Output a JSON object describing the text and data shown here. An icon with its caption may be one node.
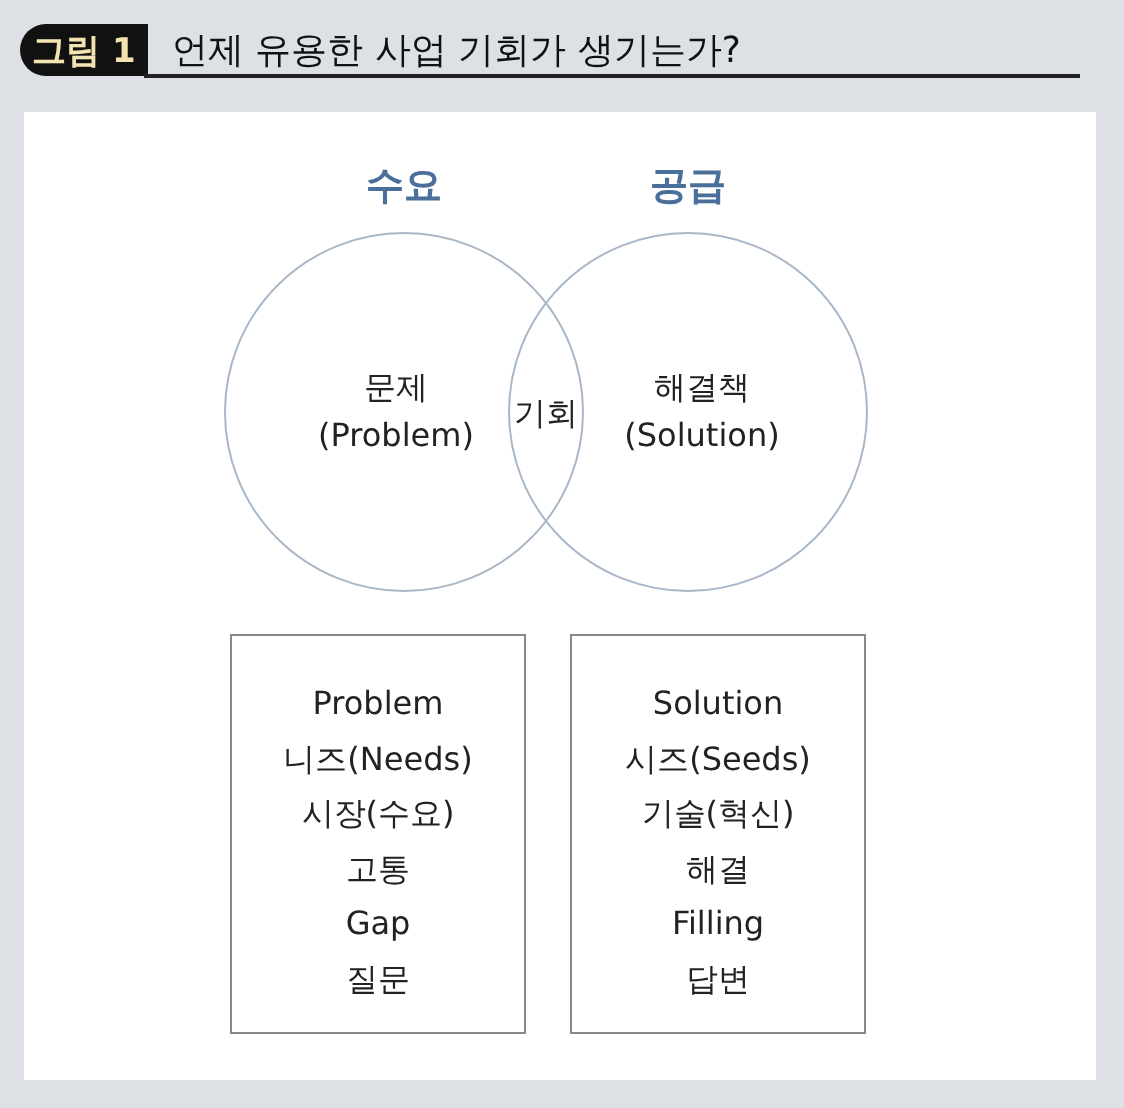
{
  "diagram": {
    "title": "언제 유용한 사업 기회가 생기는가?",
    "nodes": [
      {
        "text": [
          "수요",
          "문제 (Problem)"
        ]
      },
      {
        "text": [
          "공급",
          "해결책 (Solution)"
        ]
      },
      {
        "text": [
          "기회"
        ]
      },
      {
        "text": [
          "Problem",
          "니즈(Needs)",
          "시장(수요)",
          "고통",
          "Gap",
          "질문"
        ]
      },
      {
        "text": [
          "Solution",
          "시즈(Seeds)",
          "기술(혁신)",
          "해결",
          "Filling",
          "답변"
        ]
      }
    ],
    "edges": [],
    "labels": [
      "그림 1"
    ]
  }
}
